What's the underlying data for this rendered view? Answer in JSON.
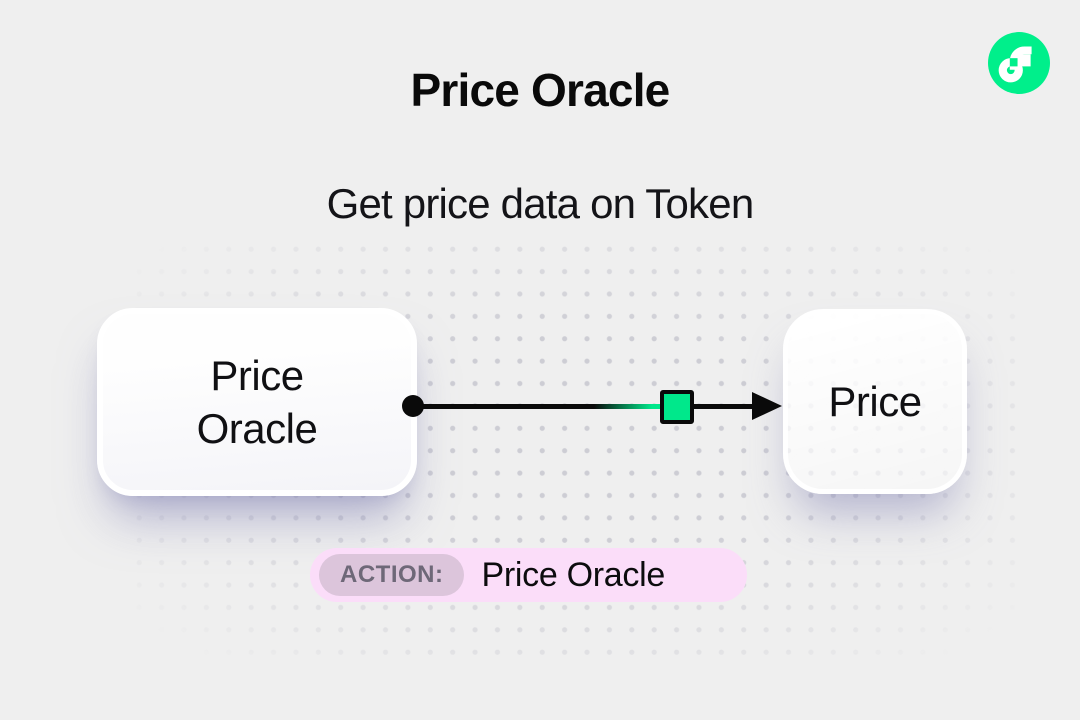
{
  "page": {
    "background_color": "#EFEFEF",
    "title": "Price Oracle",
    "subtitle": "Get price data on Token"
  },
  "brand": {
    "logo_icon": "flow-logo",
    "logo_color": "#00EF8B"
  },
  "diagram": {
    "nodes": [
      {
        "id": "source",
        "label": "Price Oracle",
        "lines": [
          "Price",
          "Oracle"
        ]
      },
      {
        "id": "target",
        "label": "Price",
        "lines": [
          "Price"
        ]
      }
    ],
    "edge": {
      "marker_color": "#00E88B",
      "line_color": "#0a0a0a"
    }
  },
  "action_badge": {
    "prefix_label": "ACTION:",
    "value": "Price Oracle",
    "badge_color": "#FBDDF9",
    "prefix_pill_color": "#DCC5DB"
  }
}
